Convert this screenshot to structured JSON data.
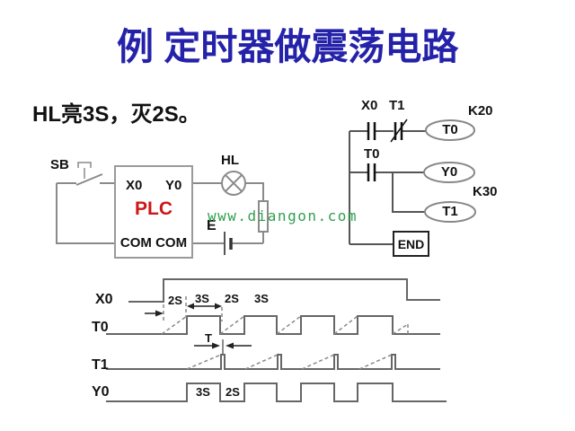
{
  "slide": {
    "title": "例 定时器做震荡电路",
    "description": "HL亮3S，灭2S。",
    "watermark": "www.diangon.com"
  },
  "colors": {
    "title": "#2522aa",
    "plc_text": "#cc1718",
    "watermark": "#2fa04e",
    "diagram_line": "#8a8a8a",
    "waveform_line": "#666666",
    "background": "#ffffff"
  },
  "circuit": {
    "switch_label": "SB",
    "lamp_label": "HL",
    "battery_label": "E",
    "plc_box": {
      "input_terminal": "X0",
      "output_terminal": "Y0",
      "name": "PLC",
      "common_terminals": "COM COM"
    }
  },
  "ladder": {
    "rung1": {
      "contact_no": "X0",
      "contact_nc": "T1",
      "coil": "T0",
      "constant": "K20"
    },
    "rung2": {
      "contact_no": "T0",
      "coil_output": "Y0",
      "coil_timer": "T1",
      "constant": "K30"
    },
    "end_instruction": "END"
  },
  "timing": {
    "row_labels": [
      "X0",
      "T0",
      "T1",
      "Y0"
    ],
    "x0_annotations": [
      "2S",
      "3S",
      "2S",
      "3S"
    ],
    "pulse_width_label": "T",
    "y0_annotations": [
      "3S",
      "2S"
    ]
  }
}
